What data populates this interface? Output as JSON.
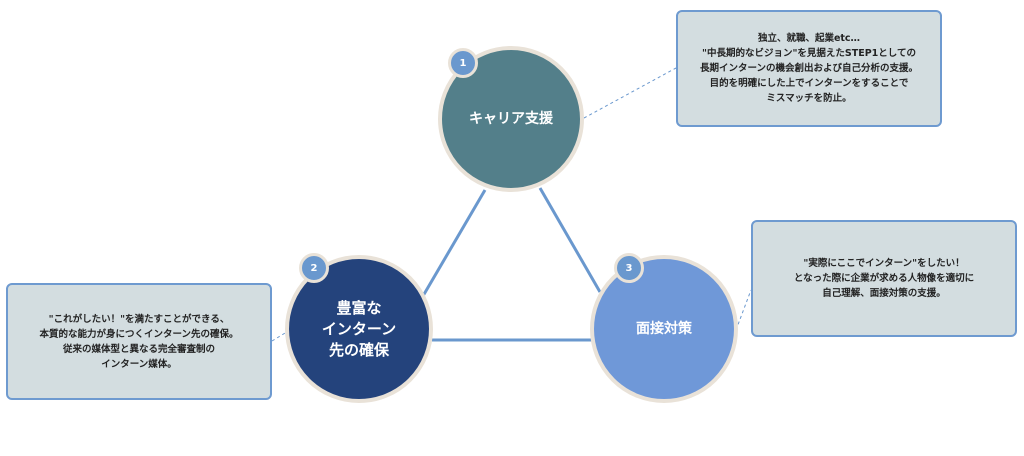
{
  "nodes": [
    {
      "number": "1",
      "label_lines": [
        "キャリア支援"
      ]
    },
    {
      "number": "2",
      "label_lines": [
        "豊富な",
        "インターン",
        "先の確保"
      ]
    },
    {
      "number": "3",
      "label_lines": [
        "面接対策"
      ]
    }
  ],
  "descriptions": [
    {
      "lines": [
        "独立、就職、起業etc…",
        "\"中長期的なビジョン\"を見据えたSTEP1としての",
        "長期インターンの機会創出および自己分析の支援。",
        "目的を明確にした上でインターンをすることで",
        "ミスマッチを防止。"
      ]
    },
    {
      "lines": [
        "\"これがしたい！\"を満たすことができる、",
        "本質的な能力が身につくインターン先の確保。",
        "従来の媒体型と異なる完全審査制の",
        "インターン媒体。"
      ]
    },
    {
      "lines": [
        "\"実際にここでインターン\"をしたい！",
        "となった際に企業が求める人物像を適切に",
        "自己理解、面接対策の支援。"
      ]
    }
  ],
  "colors": {
    "node1": "#537f8a",
    "node2": "#24437c",
    "node3": "#6f98d8",
    "badge": "#6a98ce",
    "connector": "#6a98ce",
    "box_fill": "#d3dde0",
    "box_border": "#6e9ad0"
  }
}
